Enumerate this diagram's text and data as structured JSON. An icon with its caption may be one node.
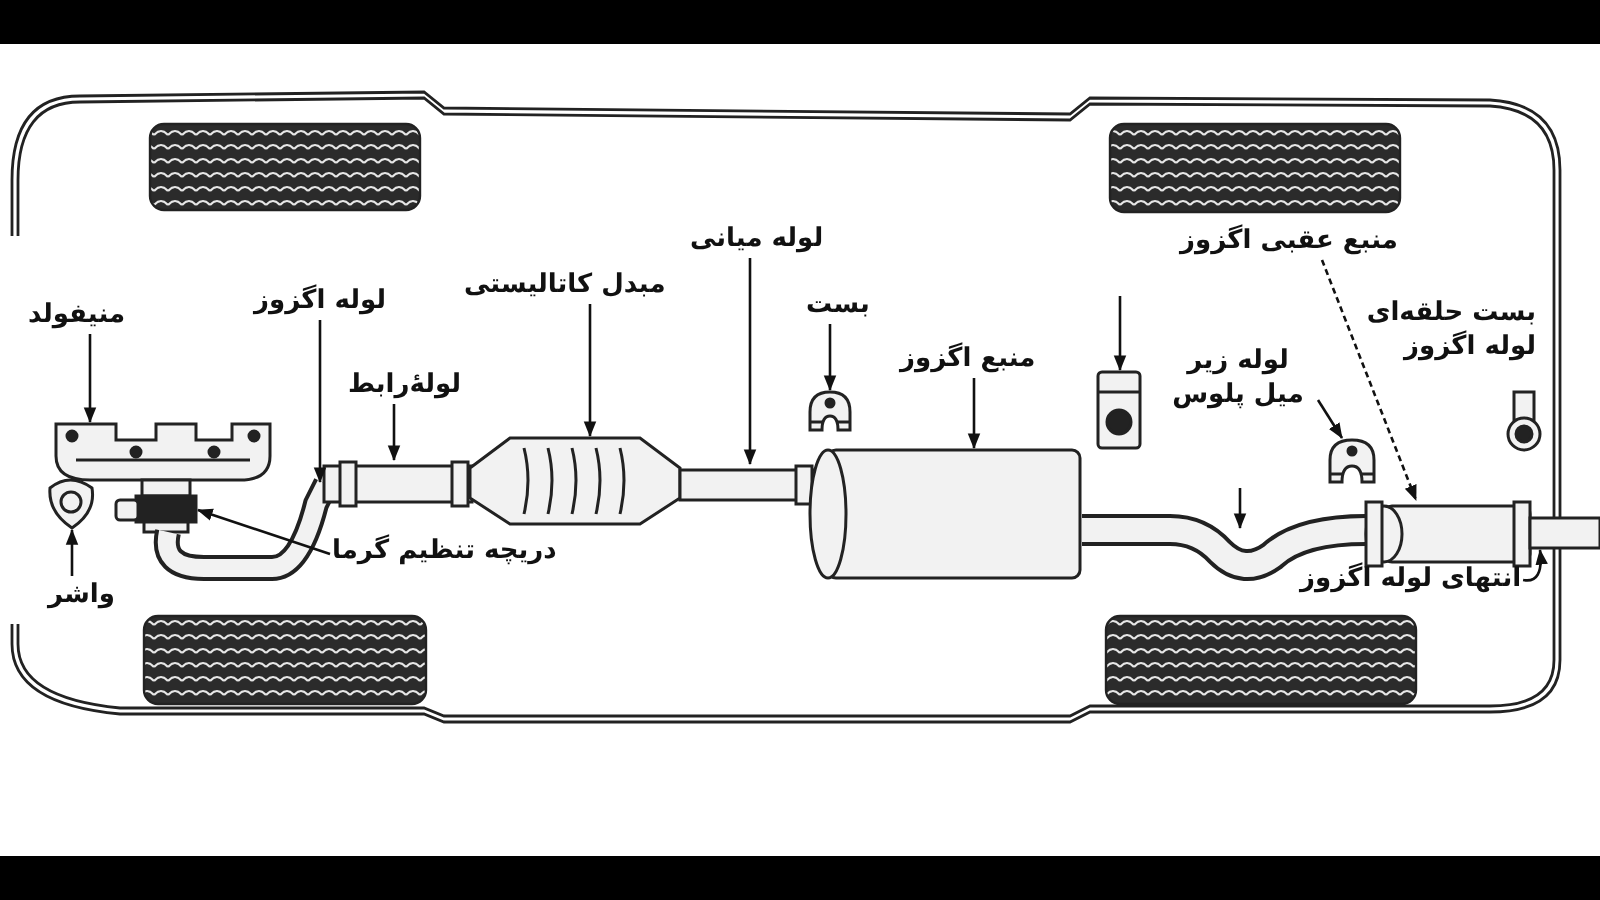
{
  "diagram": {
    "nodes": [
      {
        "text": [
          "لوله میانی"
        ]
      },
      {
        "text": [
          "منبع عقبی اگزوز"
        ]
      },
      {
        "text": [
          "مبدل کاتالیستی"
        ]
      },
      {
        "text": [
          "لوله اگزوز"
        ]
      },
      {
        "text": [
          "بست"
        ]
      },
      {
        "text": [
          "منیفولد"
        ]
      },
      {
        "text": [
          "منبع اگزوز"
        ]
      },
      {
        "text": [
          "لوله زیر میل پلوس"
        ]
      },
      {
        "text": [
          "لولۀرابط"
        ]
      },
      {
        "text": [
          "دریچه تنظیم گرما"
        ]
      },
      {
        "text": [
          "انتهای لوله اگزوز"
        ]
      },
      {
        "text": [
          "واشر"
        ]
      },
      {
        "text": [],
        "shape": "picture"
      },
      {
        "text": [],
        "shape": "picture"
      },
      {
        "text": [],
        "shape": "picture"
      },
      {
        "text": [],
        "shape": "picture"
      },
      {
        "text": [],
        "shape": "picture"
      },
      {
        "text": [],
        "shape": "picture"
      },
      {
        "text": [],
        "shape": "bar"
      },
      {
        "text": [],
        "shape": "picture"
      },
      {
        "text": [],
        "shape": "cylinder"
      },
      {
        "text": [],
        "shape": "picture"
      },
      {
        "text": [],
        "shape": "picture"
      },
      {
        "text": [],
        "shape": "picture"
      },
      {
        "text": [],
        "shape": "cylinder"
      },
      {
        "text": [],
        "shape": "bar"
      }
    ],
    "edges": [
      {
        "from": 0,
        "to": 18,
        "arrow": "to"
      },
      {
        "from": 1,
        "to": 24,
        "arrow": "to",
        "style": "dashed"
      },
      {
        "from": 2,
        "to": 17,
        "arrow": "to"
      },
      {
        "from": 3,
        "to": 15,
        "arrow": "to"
      },
      {
        "from": 4,
        "to": 19,
        "arrow": "to"
      },
      {
        "from": 5,
        "to": 13,
        "arrow": "to"
      },
      {
        "from": 6,
        "to": 20,
        "arrow": "to"
      },
      {
        "from": 7,
        "to": 23,
        "arrow": "to"
      },
      {
        "from": 8,
        "to": 16,
        "arrow": "to"
      },
      {
        "from": 9,
        "to": 14,
        "arrow": "to"
      },
      {
        "from": 10,
        "to": 25,
        "arrow": "to"
      },
      {
        "from": 11,
        "to": 12,
        "arrow": "to"
      },
      {
        "from": null,
        "to": 21,
        "arrow": "to"
      },
      {
        "from": null,
        "to": 22,
        "arrow": "to"
      }
    ],
    "labels": [
      "بست حلقه‌ای لوله اگزوز"
    ]
  }
}
